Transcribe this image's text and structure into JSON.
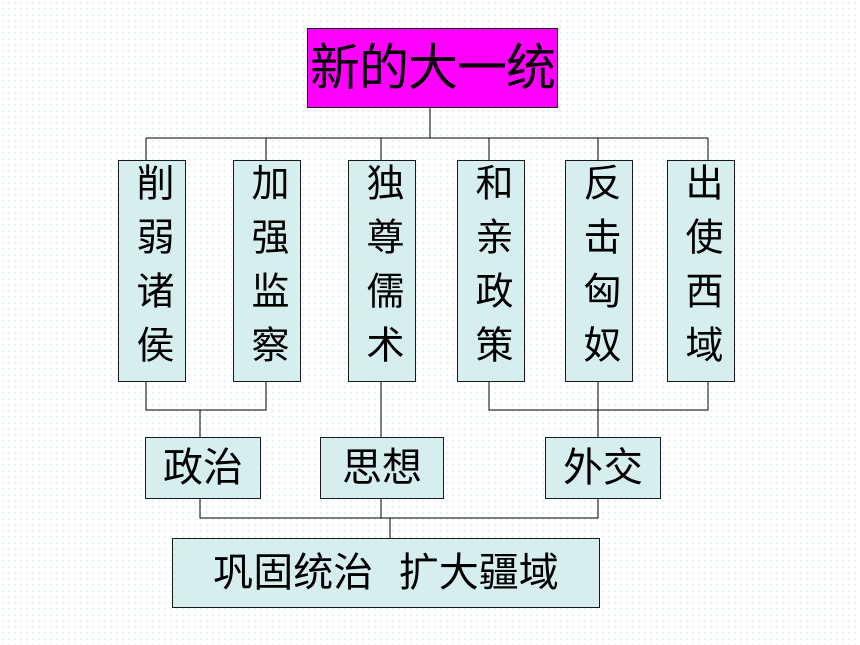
{
  "colors": {
    "title_fill": "#ff00ff",
    "box_fill": "#d6eeee",
    "border": "#1a1a1a",
    "connector": "#000000",
    "text": "#000000"
  },
  "diagram": {
    "title": "新的大一统",
    "policies": [
      {
        "label": "削弱诸侯"
      },
      {
        "label": "加强监察"
      },
      {
        "label": "独尊儒术"
      },
      {
        "label": "和亲政策"
      },
      {
        "label": "反击匈奴"
      },
      {
        "label": "出使西域"
      }
    ],
    "categories": [
      {
        "label": "政治"
      },
      {
        "label": "思想"
      },
      {
        "label": "外交"
      }
    ],
    "goal": "巩固统治  扩大疆域"
  }
}
